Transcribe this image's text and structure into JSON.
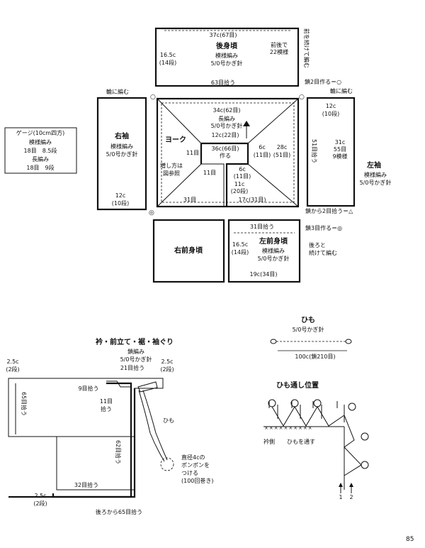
{
  "gauge": {
    "title": "ゲージ(10cm四方)",
    "l1": "模様編み",
    "l2": "18目　8.5段",
    "l3": "長編み",
    "l4": "18目　9段"
  },
  "back": {
    "top": "37c(67目)",
    "title": "後身頃",
    "pat": "模様編み",
    "hook": "5/0号かぎ針",
    "side_a": "16.5c",
    "side_b": "(14段)",
    "note1": "前後で",
    "note2": "22模様",
    "bottom": "63目拾う",
    "r1": "前を続けて編む"
  },
  "c1": "鎖2目作る＝○",
  "rsleeve": {
    "label_top": "輪に編む",
    "title": "右袖",
    "pat": "模様編み",
    "hook": "5/0号かぎ針",
    "bot_a": "12c",
    "bot_b": "(10段)"
  },
  "yoke": {
    "top": "34c(62目)",
    "title": "ヨーク",
    "pat": "長編み",
    "hook": "5/0号かぎ針",
    "mid": "12c(22目)",
    "center_a": "36c(66目)",
    "center_b": "作る",
    "l11": "11目",
    "l11b": "11目",
    "inc1": "増し方は",
    "inc2": "図参照",
    "r6a": "6c",
    "r6b": "(11目)",
    "r28a": "28c",
    "r28b": "(51目)",
    "r6c": "6c",
    "r6d": "(11目)",
    "r11a": "11c",
    "r11b": "(20段)",
    "bot": "31目",
    "bot2": "17c(31目)"
  },
  "lsleeve": {
    "label_top": "輪に編む",
    "top_a": "12c",
    "top_b": "(10段)",
    "side": "51目拾う",
    "r31": "31c",
    "r55": "55目",
    "r9": "9模様",
    "title": "左袖",
    "pat": "模様編み",
    "hook": "5/0号かぎ針"
  },
  "c2": "鎖から2目拾う＝△",
  "c3": "鎖3目作る＝◎",
  "rfront": {
    "title": "右前身頃"
  },
  "lfront": {
    "top": "31目拾う",
    "title": "左前身頃",
    "pat": "模様編み",
    "hook": "5/0号かぎ針",
    "side_a": "16.5c",
    "side_b": "(14段)",
    "bottom": "19c(34目)",
    "n1": "後ろと",
    "n2": "続けて編む"
  },
  "collar": {
    "title": "衿・前立て・裾・袖ぐり",
    "pat": "鎖編み",
    "hook": "5/0号かぎ針",
    "lt_a": "2.5c",
    "lt_b": "(2段)",
    "top21": "21目拾う",
    "rt_a": "2.5c",
    "rt_b": "(2段)",
    "left65": "65目拾う",
    "n9": "9目拾う",
    "n11": "11目",
    "n11b": "拾う",
    "himo": "ひも",
    "n62": "62目拾う",
    "pom1": "直径4cの",
    "pom2": "ポンポンを",
    "pom3": "つける",
    "pom4": "(100回巻き)",
    "n32": "32目拾う",
    "lb_a": "2.5c",
    "lb_b": "(2段)",
    "bottom": "後ろから65目拾う"
  },
  "himo": {
    "title": "ひも",
    "hook": "5/0号かぎ針",
    "len": "100c(鎖210目)"
  },
  "pos": {
    "title": "ひも通し位置",
    "eri": "衿側",
    "thru": "ひもを通す",
    "n1": "1",
    "n2": "2"
  },
  "page": "85"
}
